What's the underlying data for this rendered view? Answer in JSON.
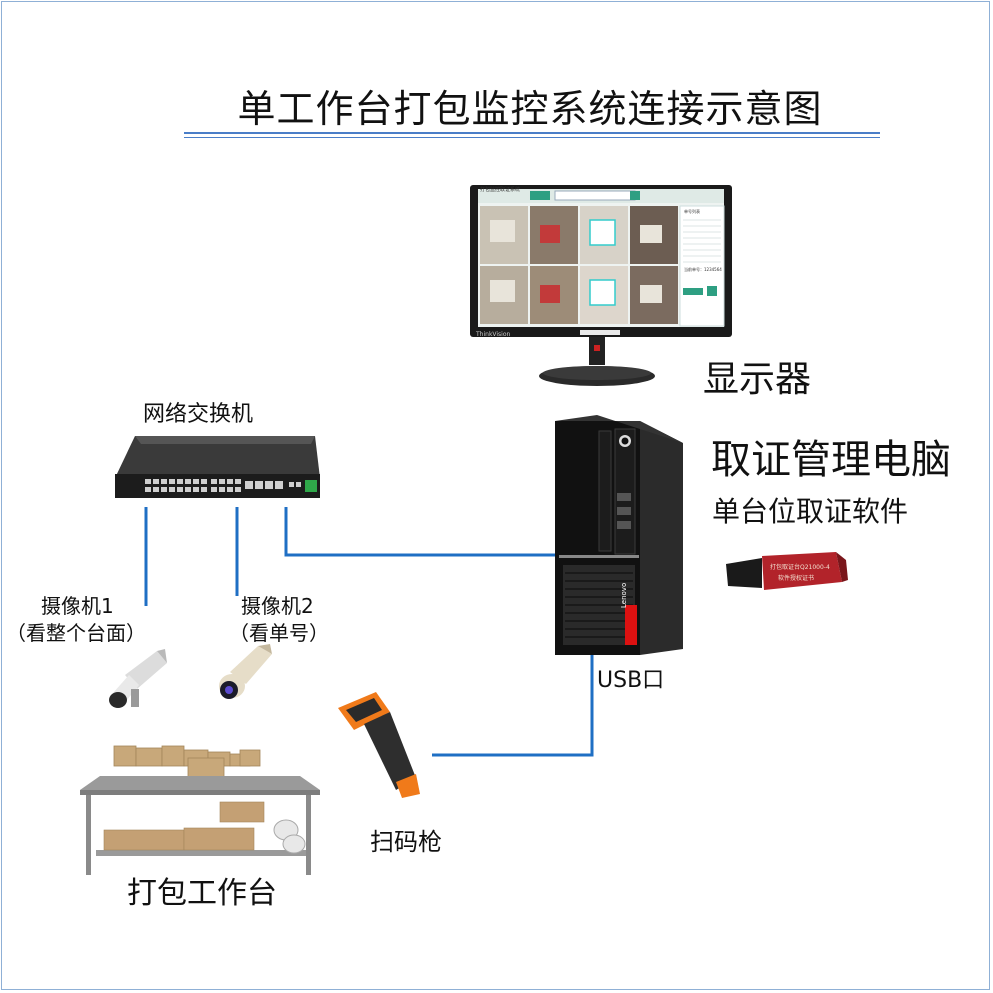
{
  "title": "单工作台打包监控系统连接示意图",
  "labels": {
    "monitor": "显示器",
    "pc": "取证管理电脑",
    "software": "单台位取证软件",
    "switch": "网络交换机",
    "camera1_line1": "摄像机1",
    "camera1_line2": "（看整个台面）",
    "camera2_line1": "摄像机2",
    "camera2_line2": "（看单号）",
    "usb_port": "USB口",
    "scanner": "扫码枪",
    "workbench": "打包工作台"
  },
  "branding": {
    "monitor_brand": "ThinkVision",
    "pc_brand": "Lenovo",
    "dongle_line1": "打包取证台Q21000-4",
    "dongle_line2": "软件授权证书"
  },
  "monitor_screen": {
    "app_title": "打包监控取证系统",
    "panel_title": "单号列表",
    "order_label": "当前单号：",
    "order_value": "1234564"
  },
  "colors": {
    "wire": "#1f6fc4",
    "title_rule": "#4a7ec8",
    "screen_accent": "#2e9f82"
  }
}
